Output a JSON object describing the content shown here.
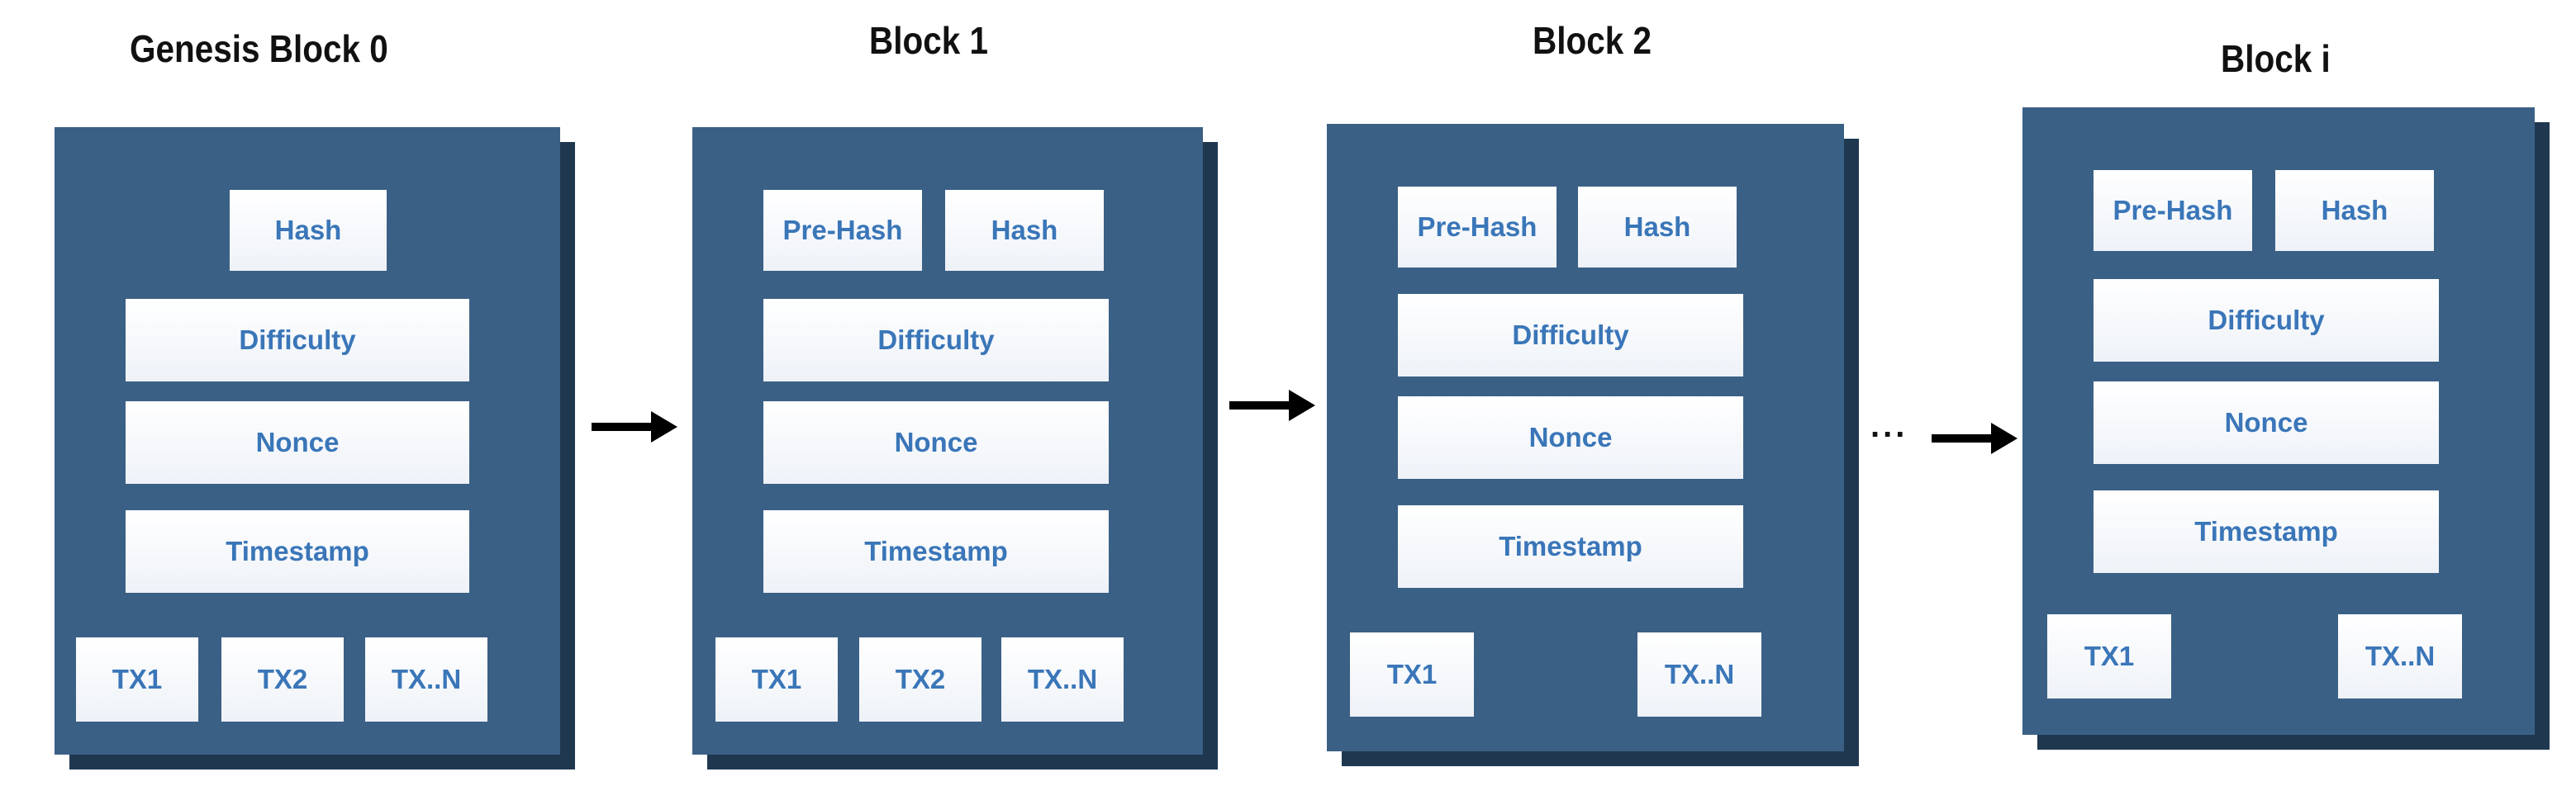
{
  "blocks": [
    {
      "title": "Genesis Block 0",
      "hash": "Hash",
      "difficulty": "Difficulty",
      "nonce": "Nonce",
      "timestamp": "Timestamp",
      "tx": [
        "TX1",
        "TX2",
        "TX..N"
      ]
    },
    {
      "title": "Block 1",
      "pre_hash": "Pre-Hash",
      "hash": "Hash",
      "difficulty": "Difficulty",
      "nonce": "Nonce",
      "timestamp": "Timestamp",
      "tx": [
        "TX1",
        "TX2",
        "TX..N"
      ]
    },
    {
      "title": "Block 2",
      "pre_hash": "Pre-Hash",
      "hash": "Hash",
      "difficulty": "Difficulty",
      "nonce": "Nonce",
      "timestamp": "Timestamp",
      "tx": [
        "TX1",
        "TX..N"
      ]
    },
    {
      "title": "Block i",
      "pre_hash": "Pre-Hash",
      "hash": "Hash",
      "difficulty": "Difficulty",
      "nonce": "Nonce",
      "timestamp": "Timestamp",
      "tx": [
        "TX1",
        "TX..N"
      ]
    }
  ],
  "ellipsis": "..."
}
